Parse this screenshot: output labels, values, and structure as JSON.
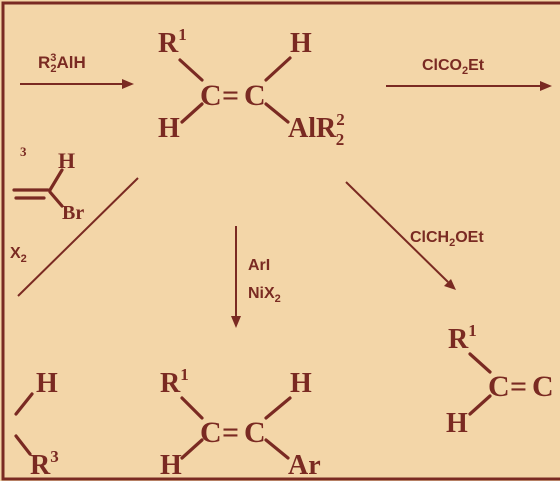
{
  "scheme": {
    "vinylalane": {
      "r1": "R",
      "r1_sup": "1",
      "h_top": "H",
      "h_left": "H",
      "c1": "C",
      "eq": "=",
      "c2": "C",
      "al": "AlR",
      "al_sub": "2",
      "al_sup": "2"
    },
    "reagents": {
      "hydroalumination": {
        "r": "R",
        "sup": "3",
        "sub": "2",
        "tail": "AlH"
      },
      "chloroformate": {
        "text": "ClCO",
        "sub": "2",
        "tail": "Et"
      },
      "chloromethyl_ether": {
        "text": "ClCH",
        "sub": "2",
        "tail": "OEt"
      },
      "aryl_iodide": {
        "line1": "ArI",
        "line2_a": "NiX",
        "line2_sub": "2"
      },
      "nickel_left": {
        "text": "X",
        "sub": "2"
      }
    },
    "vinyl_bromide": {
      "sup": "3",
      "h": "H",
      "br": "Br"
    },
    "left_product": {
      "h": "H",
      "r3": "R",
      "r3_sup": "3"
    },
    "aryl_product": {
      "r1": "R",
      "r1_sup": "1",
      "h_top": "H",
      "h_left": "H",
      "c1": "C",
      "eq": "=",
      "c2": "C",
      "ar": "Ar"
    },
    "ether_product": {
      "r1": "R",
      "r1_sup": "1",
      "h": "H",
      "c1": "C",
      "eq": "=",
      "c2": "C"
    }
  },
  "colors": {
    "background": "#f3d6a8",
    "ink": "#7a2a22"
  }
}
